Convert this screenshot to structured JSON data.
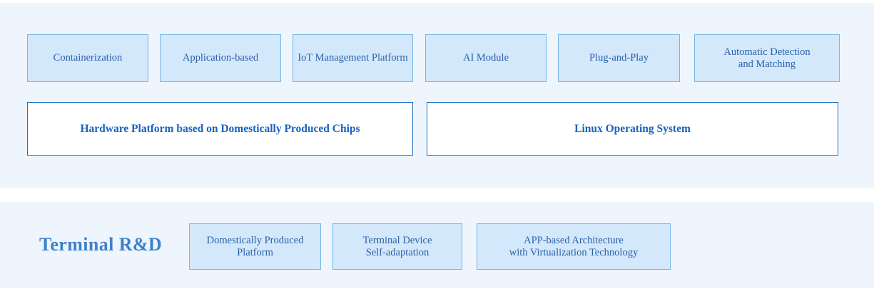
{
  "colors": {
    "band_background": "#eff5fd",
    "chip_fill": "#d4e8fb",
    "chip_border": "#74b6e8",
    "chip_text": "#2a62a8",
    "bar_fill": "#ffffff",
    "bar_border": "#1c6ec4",
    "bar_text": "#1a63c2",
    "section_label_text": "#3d81cb",
    "page_background": "#ffffff"
  },
  "sections": {
    "top": {
      "capability_row": [
        {
          "label": "Containerization"
        },
        {
          "label": "Application-based"
        },
        {
          "label": "IoT Management Platform"
        },
        {
          "label": "AI Module"
        },
        {
          "label": "Plug-and-Play"
        },
        {
          "label": "Automatic Detection\nand Matching",
          "line1": "Automatic Detection",
          "line2": "and Matching"
        }
      ],
      "platform_row": [
        {
          "label": "Hardware Platform based on Domestically Produced Chips"
        },
        {
          "label": "Linux Operating System"
        }
      ]
    },
    "bottom": {
      "label": "Terminal R&D",
      "capability_row": [
        {
          "label": "Domestically Produced\nPlatform",
          "line1": "Domestically Produced",
          "line2": "Platform"
        },
        {
          "label": "Terminal Device\nSelf-adaptation",
          "line1": "Terminal Device",
          "line2": "Self-adaptation"
        },
        {
          "label": "APP-based Architecture\nwith Virtualization Technology",
          "line1": "APP-based Architecture",
          "line2": "with Virtualization Technology"
        }
      ]
    }
  }
}
